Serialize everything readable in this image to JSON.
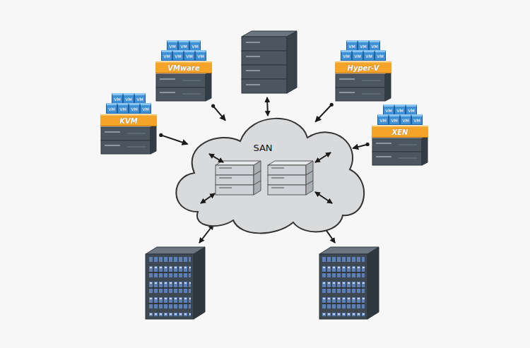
{
  "diagram": {
    "nodes": [
      {
        "text": [
          "VMware"
        ]
      },
      {
        "text": [
          "Hyper-V"
        ]
      },
      {
        "text": [
          "KVM"
        ]
      },
      {
        "text": [
          "XEN"
        ]
      },
      {
        "text": [
          "SAN"
        ]
      }
    ],
    "edges": [
      {
        "from": 0,
        "to": 4,
        "arrow": "to"
      },
      {
        "from": 1,
        "to": 4,
        "arrow": "to"
      },
      {
        "from": 2,
        "to": 4,
        "arrow": "to"
      },
      {
        "from": 3,
        "to": 4,
        "arrow": "to"
      }
    ],
    "labels": [
      "VM",
      "VM",
      "VM",
      "VM",
      "VM",
      "VM",
      "VM",
      "VM",
      "VM",
      "VM",
      "VM",
      "VM",
      "VM",
      "VM",
      "VM",
      "VM",
      "VM",
      "VM",
      "VM",
      "VM",
      "VM",
      "VM",
      "VM",
      "VM",
      "VM",
      "VM",
      "VM",
      "VM"
    ]
  }
}
